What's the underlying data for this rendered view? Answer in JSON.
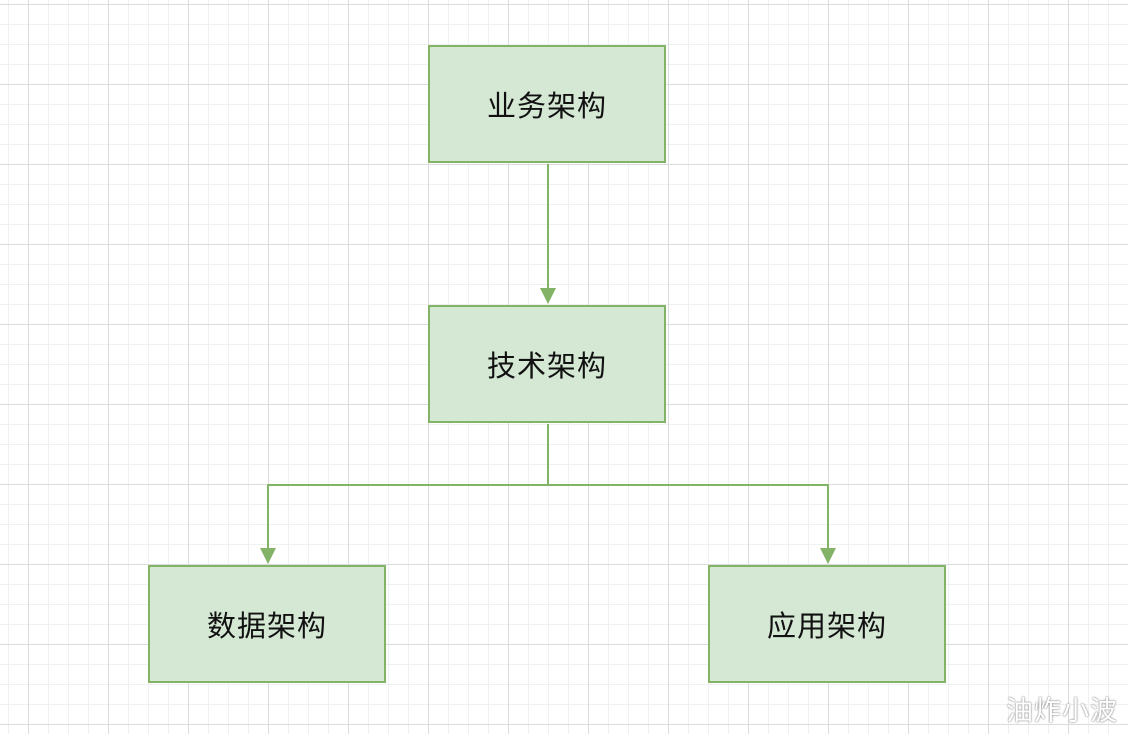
{
  "diagram": {
    "nodes": [
      {
        "id": "business",
        "label": "业务架构"
      },
      {
        "id": "tech",
        "label": "技术架构"
      },
      {
        "id": "data",
        "label": "数据架构"
      },
      {
        "id": "app",
        "label": "应用架构"
      }
    ],
    "edges": [
      {
        "from": "business",
        "to": "tech"
      },
      {
        "from": "tech",
        "to": "data"
      },
      {
        "from": "tech",
        "to": "app"
      }
    ],
    "colors": {
      "node_fill": "#d5e8d4",
      "node_stroke": "#82b366",
      "edge": "#82b366"
    }
  },
  "watermark": "油炸小波"
}
